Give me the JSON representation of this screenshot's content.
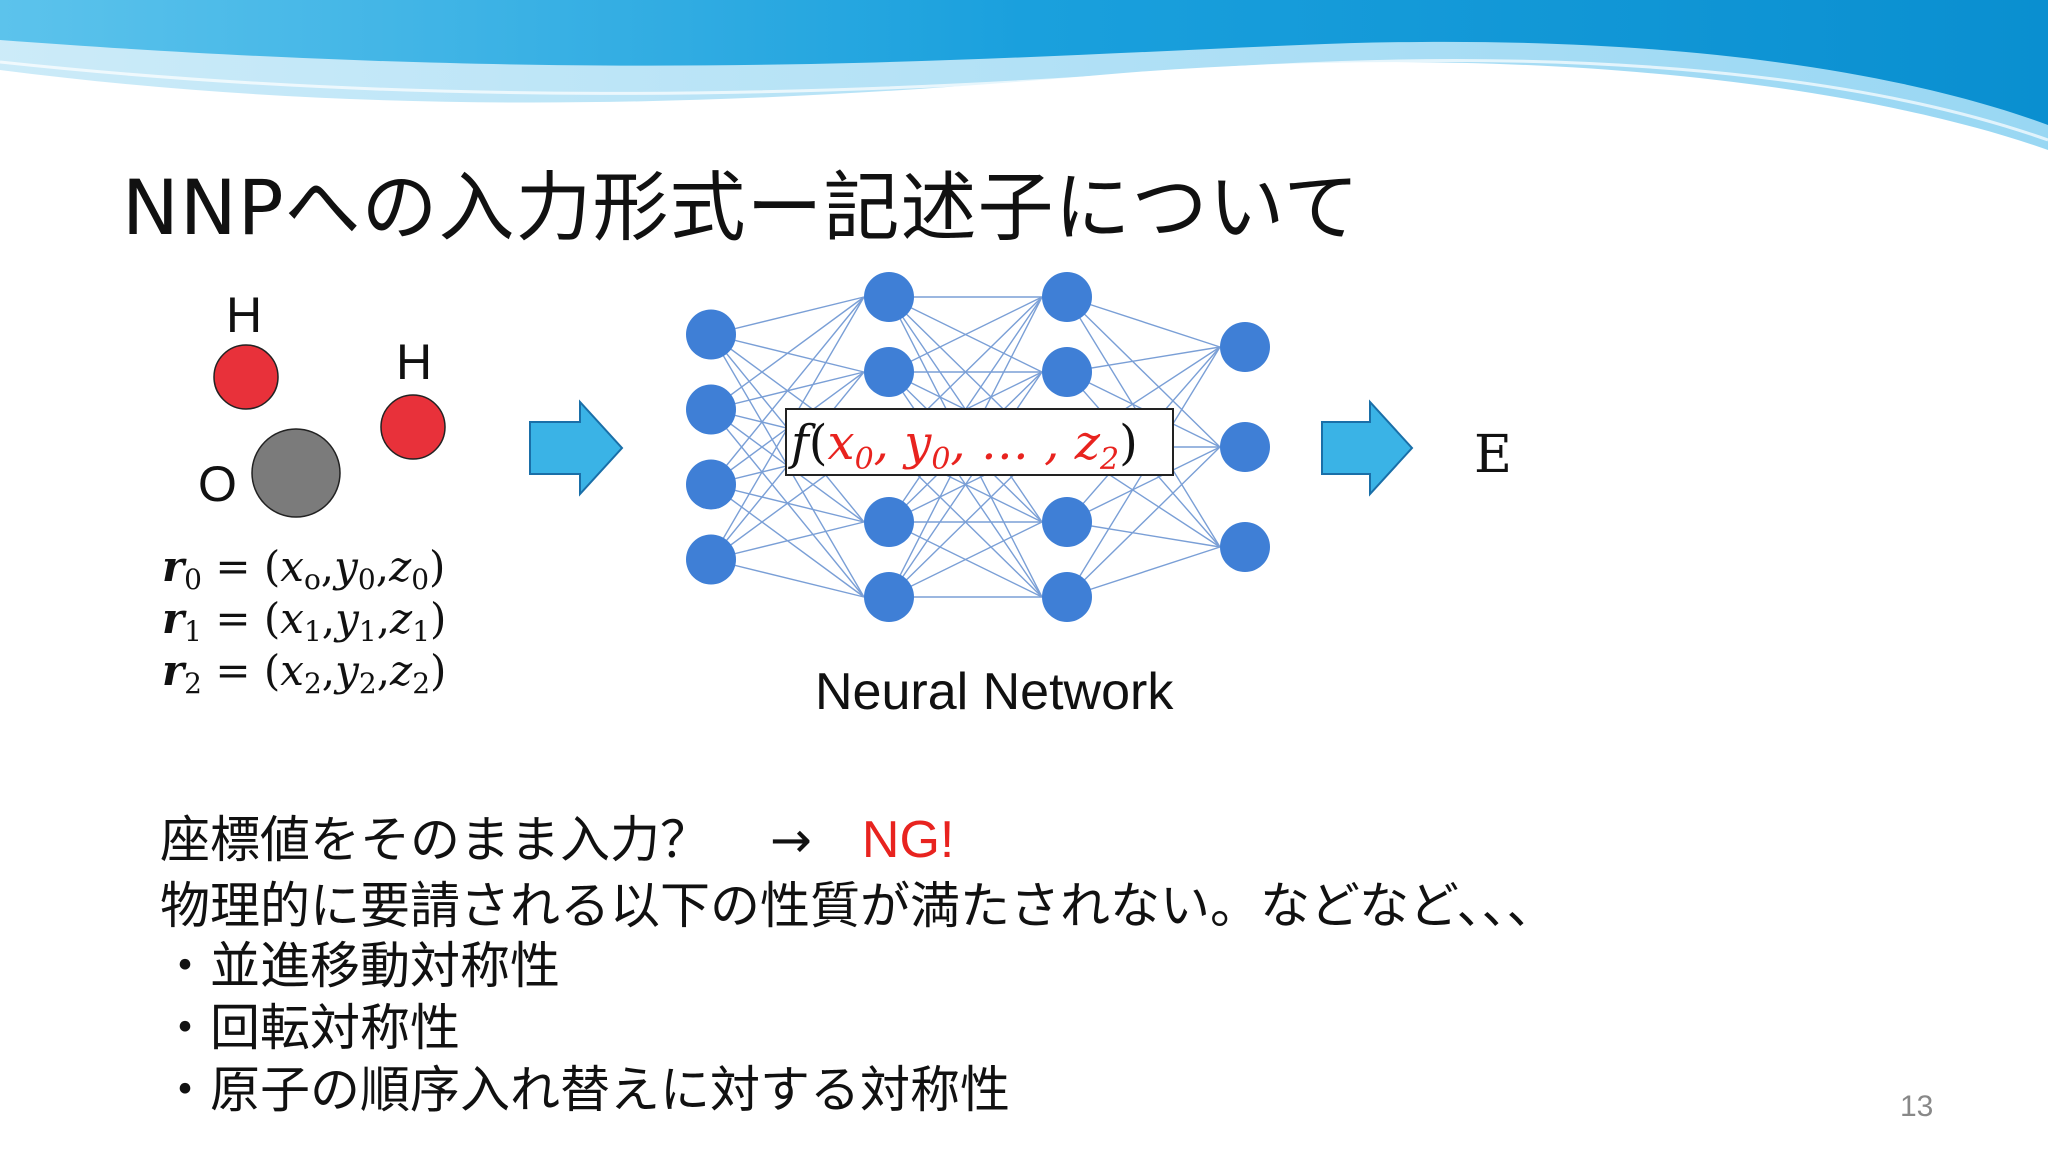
{
  "title": "NNPへの入力形式ー記述子について",
  "atoms": [
    {
      "label": "H",
      "color": "#e8313a"
    },
    {
      "label": "H",
      "color": "#e8313a"
    },
    {
      "label": "O",
      "color": "#7b7b7b"
    }
  ],
  "equations": {
    "r0": {
      "vec": "r",
      "idx": "0",
      "eq": " = (",
      "x": "x",
      "xs": "o",
      "y": "y",
      "ys": "0",
      "z": "z",
      "zs": "0",
      "close": ")"
    },
    "r1": {
      "vec": "r",
      "idx": "1",
      "eq": " = (",
      "x": "x",
      "xs": "1",
      "y": "y",
      "ys": "1",
      "z": "z",
      "zs": "1",
      "close": ")"
    },
    "r2": {
      "vec": "r",
      "idx": "2",
      "eq": " = (",
      "x": "x",
      "xs": "2",
      "y": "y",
      "ys": "2",
      "z": "z",
      "zs": "2",
      "close": ")"
    }
  },
  "network": {
    "caption": "Neural Network",
    "layers": [
      4,
      5,
      5,
      3
    ],
    "node_color": "#3f7fd6",
    "edge_color": "#7a9fd6",
    "function": {
      "f": "f",
      "open": "(",
      "x": "x",
      "xs": "0",
      "y": "y",
      "ys": "0",
      "dots": "…",
      "z": "z",
      "zs": "2",
      "close": ")"
    }
  },
  "arrow_color": "#3ab3e6",
  "output_label": "E",
  "bullets": {
    "question": "座標値をそのまま入力？",
    "arrow": "→",
    "verdict": "NG!",
    "reason": "物理的に要請される以下の性質が満たされない。などなど、、、",
    "items": [
      "・並進移動対称性",
      "・回転対称性",
      "・原子の順序入れ替えに対する対称性"
    ]
  },
  "page_number": "13"
}
